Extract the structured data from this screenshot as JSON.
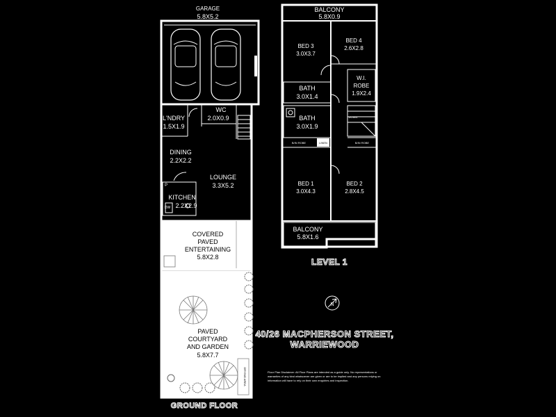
{
  "ground_floor": {
    "title": "GROUND FLOOR",
    "rooms": {
      "garage": {
        "name": "GARAGE",
        "dims": "5.8X5.2"
      },
      "laundry": {
        "name": "L'NDRY",
        "dims": "1.5X1.9"
      },
      "wc": {
        "name": "WC",
        "dims": "2.0X0.9"
      },
      "dining": {
        "name": "DINING",
        "dims": "2.2X2.2"
      },
      "lounge": {
        "name": "LOUNGE",
        "dims": "3.3X5.2"
      },
      "kitchen": {
        "name": "KITCHEN",
        "dims": "2.2X2.9"
      },
      "entertaining": {
        "name_lines": [
          "COVERED",
          "PAVED",
          "ENTERTAINING"
        ],
        "dims": "5.8X2.8"
      },
      "courtyard": {
        "name_lines": [
          "PAVED",
          "COURTYARD",
          "AND GARDEN"
        ],
        "dims": "5.8X7.7"
      }
    },
    "small_labels": {
      "pantry": "P",
      "dishwasher": "DW",
      "drying_area": "DRYING AREA"
    }
  },
  "level1": {
    "title": "LEVEL 1",
    "rooms": {
      "balcony_top": {
        "name": "BALCONY",
        "dims": "5.8X0.9"
      },
      "bed3": {
        "name": "BED 3",
        "dims": "3.0X3.7"
      },
      "bed4": {
        "name": "BED 4",
        "dims": "2.6X2.8"
      },
      "bath1": {
        "name": "BATH",
        "dims": "3.0X1.4"
      },
      "wir": {
        "name_lines": [
          "W.I.",
          "ROBE"
        ],
        "dims": "1.9X2.4"
      },
      "bath2": {
        "name": "BATH",
        "dims": "3.0X1.9"
      },
      "bed1": {
        "name": "BED 1",
        "dims": "3.0X4.3"
      },
      "bed2": {
        "name": "BED 2",
        "dims": "2.8X4.5"
      },
      "balcony_bottom": {
        "name": "BALCONY",
        "dims": "5.8X1.6"
      }
    },
    "small_labels": {
      "linen": "LINEN",
      "robe_left": "B/IN ROBE",
      "robe_right": "B/IN ROBE",
      "down": "DOWN"
    }
  },
  "address": {
    "line1": "40/26 MACPHERSON STREET,",
    "line2": "WARRIEWOOD"
  },
  "north_label": "N",
  "disclaimer": [
    "Floor Plan Disclaimer: All Floor Plans are intended as a guide only. No representations or",
    "warranties of any kind whatsoever are given or are to be implied and any persons relying on",
    "information will have to rely on their own enquiries and inspection."
  ]
}
